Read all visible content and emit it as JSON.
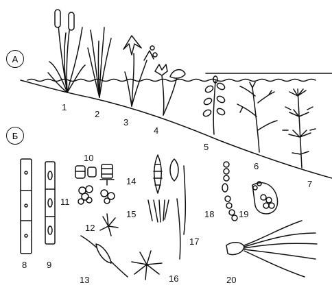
{
  "sections": {
    "a": "А",
    "b": "Б"
  },
  "labels": {
    "n1": "1",
    "n2": "2",
    "n3": "3",
    "n4": "4",
    "n5": "5",
    "n6": "6",
    "n7": "7",
    "n8": "8",
    "n9": "9",
    "n10": "10",
    "n11": "11",
    "n12": "12",
    "n13": "13",
    "n14": "14",
    "n15": "15",
    "n16": "16",
    "n17": "17",
    "n18": "18",
    "n19": "19",
    "n20": "20"
  }
}
